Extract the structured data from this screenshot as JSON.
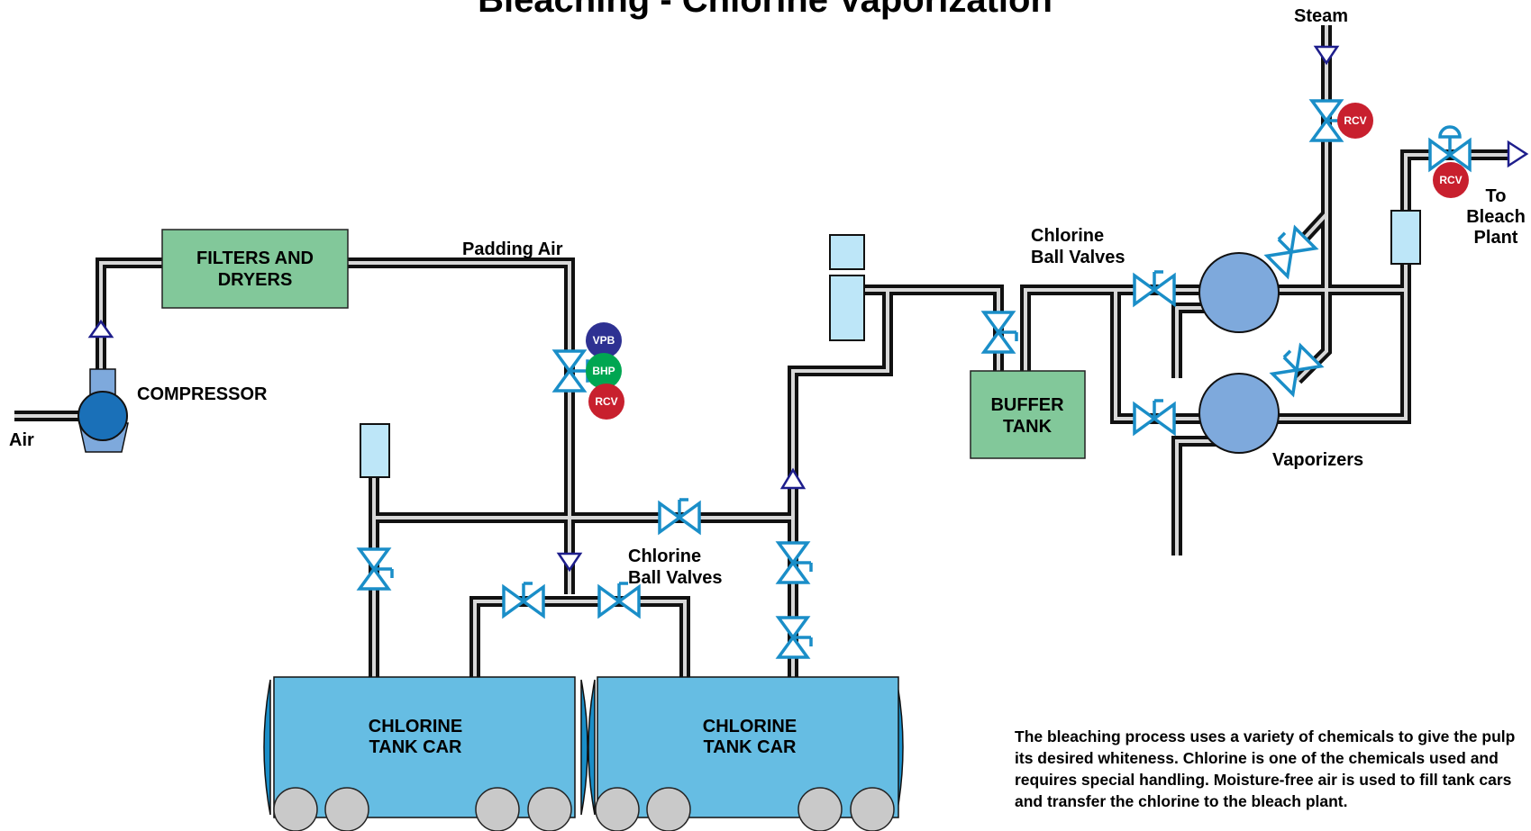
{
  "title": "Bleaching - Chlorine Vaporization",
  "labels": {
    "steam": "Steam",
    "to_bleach_line1": "To",
    "to_bleach_line2": "Bleach",
    "to_bleach_line3": "Plant",
    "chlorine_ball_valves_top_line1": "Chlorine",
    "chlorine_ball_valves_top_line2": "Ball Valves",
    "padding_air": "Padding Air",
    "compressor": "COMPRESSOR",
    "air": "Air",
    "vaporizers": "Vaporizers",
    "chlorine_ball_valves_mid_line1": "Chlorine",
    "chlorine_ball_valves_mid_line2": "Ball Valves"
  },
  "boxes": {
    "filters_line1": "FILTERS AND",
    "filters_line2": "DRYERS",
    "buffer_line1": "BUFFER",
    "buffer_line2": "TANK",
    "tank1_line1": "CHLORINE",
    "tank1_line2": "TANK CAR",
    "tank2_line1": "CHLORINE",
    "tank2_line2": "TANK CAR"
  },
  "tags": {
    "vpb": "VPB",
    "bhp": "BHP",
    "rcv_padding": "RCV",
    "rcv_steam": "RCV",
    "rcv_outlet": "RCV"
  },
  "colors": {
    "vpb": "#2e3192",
    "bhp": "#00a651",
    "rcv": "#c8202e",
    "equipment_box": "#82c89a",
    "tank_car": "#66bde3",
    "valve": "#1a8ec8"
  },
  "description": "The bleaching process uses a variety of chemicals to give the pulp its desired whiteness. Chlorine is one of the chemicals used and requires special handling. Moisture-free air is used to fill tank cars and transfer the chlorine to the bleach plant."
}
